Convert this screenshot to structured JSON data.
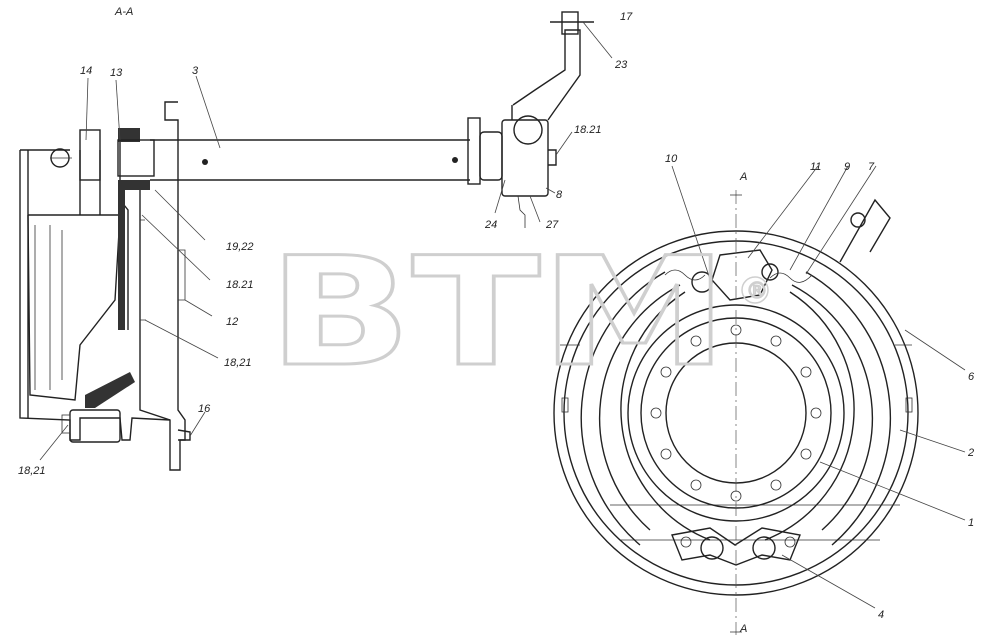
{
  "section_title": "A-A",
  "watermark": {
    "text": "BTM",
    "mark": "®"
  },
  "callouts": {
    "c17": "17",
    "c23": "23",
    "c14": "14",
    "c13": "13",
    "c3": "3",
    "c18_21_top": "18.21",
    "c8": "8",
    "c24": "24",
    "c27": "27",
    "c19_22": "19,22",
    "c18_21_a": "18.21",
    "c12": "12",
    "c18_21_b": "18,21",
    "c16": "16",
    "c18_21_c": "18,21",
    "c10": "10",
    "c11": "11",
    "c9": "9",
    "c7": "7",
    "c6": "6",
    "c2": "2",
    "c1": "1",
    "c4": "4"
  },
  "section_marks": {
    "top": "A",
    "bottom": "A"
  }
}
